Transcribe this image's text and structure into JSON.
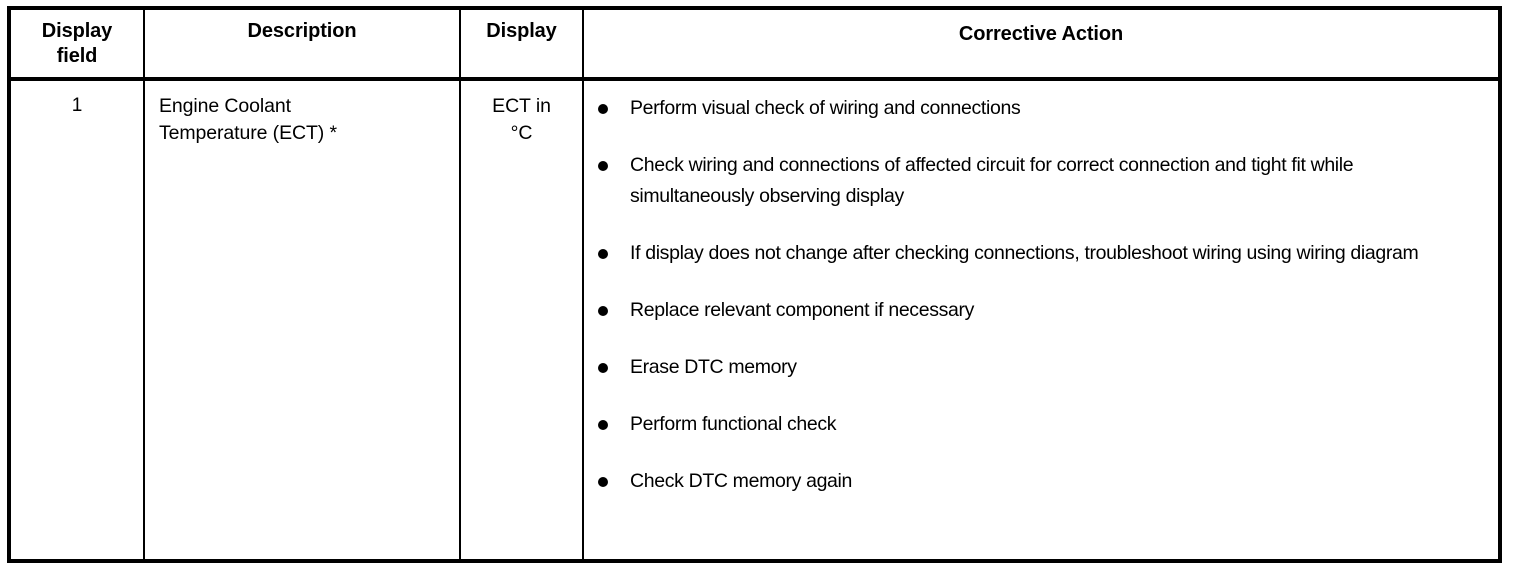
{
  "table": {
    "headers": [
      {
        "label": "Display\nfield",
        "name": "display-field"
      },
      {
        "label": "Description",
        "name": "description"
      },
      {
        "label": "Display",
        "name": "display"
      },
      {
        "label": "Corrective Action",
        "name": "corrective-action"
      }
    ],
    "rows": [
      {
        "display_field": "1",
        "description": "Engine Coolant\nTemperature (ECT) *",
        "display": "ECT in\n°C",
        "corrective_actions": [
          "Perform visual check of wiring and connections",
          "Check wiring and connections of affected circuit for correct connection and tight fit while simultaneously observing display",
          "If display does not change after checking connections, troubleshoot wiring using wiring diagram",
          "Replace relevant component if necessary",
          "Erase DTC memory",
          "Perform functional check",
          "Check DTC memory again"
        ]
      }
    ]
  },
  "colors": {
    "border": "#000000",
    "text": "#000000",
    "background": "#ffffff"
  }
}
